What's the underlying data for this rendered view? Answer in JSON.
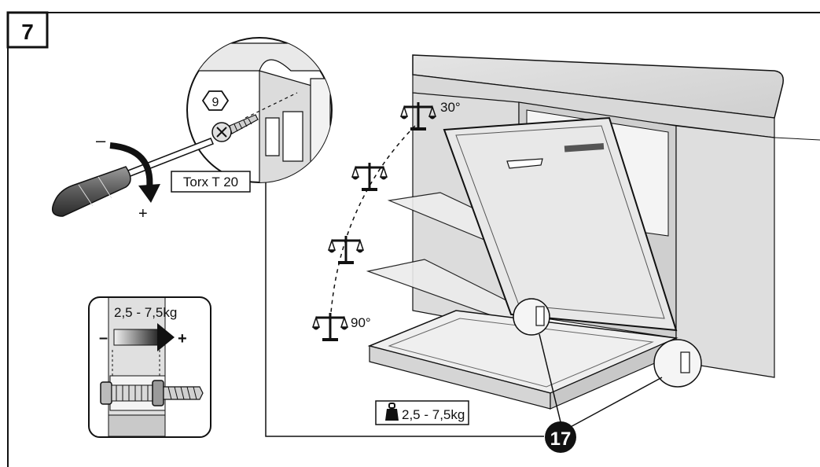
{
  "step_number": "7",
  "callout_screw": "9",
  "tool_label": "Torx T 20",
  "minus_sign": "–",
  "plus_sign": "+",
  "angle_top": "30°",
  "angle_bottom": "90°",
  "spring_weight_range": "2,5 - 7,5kg",
  "door_weight_range": "2,5 - 7,5kg",
  "callout_spring": "17",
  "colors": {
    "line": "#111111",
    "gray_fill": "#bdbdbd",
    "inset_bg": "#e6e6e6",
    "black": "#111111"
  }
}
